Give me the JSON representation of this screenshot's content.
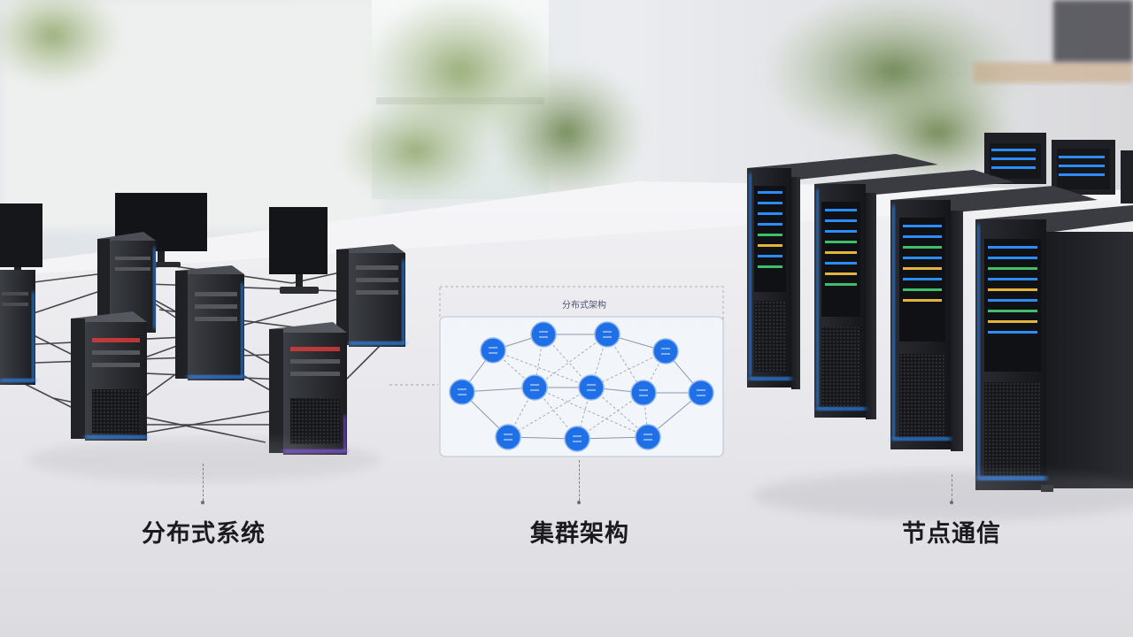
{
  "labels": {
    "left": "分布式系统",
    "middle": "集群架构",
    "right": "节点通信"
  },
  "diagram": {
    "title": "分布式架构"
  },
  "colors": {
    "node_blue": "#1f6fe6",
    "led_blue": "#2d8cff",
    "led_purple": "#8a4dff",
    "led_red": "#e23b3b"
  }
}
